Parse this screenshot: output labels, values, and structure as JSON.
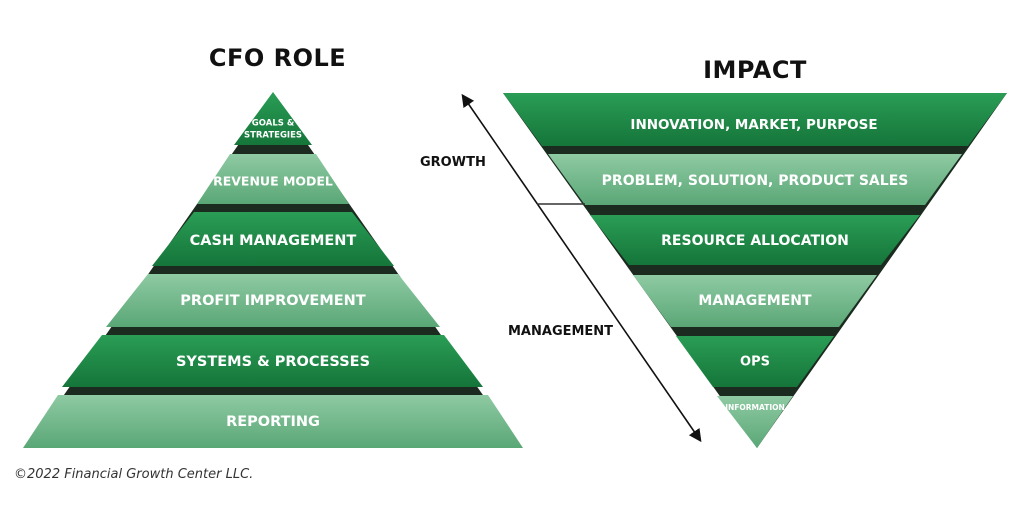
{
  "titles": {
    "cfo_role": "CFO ROLE",
    "impact": "IMPACT"
  },
  "axis_labels": {
    "growth": "GROWTH",
    "management": "MANAGEMENT"
  },
  "pyramid_levels": [
    "GOALS & STRATEGIES",
    "REVENUE MODEL",
    "CASH MANAGEMENT",
    "PROFIT IMPROVEMENT",
    "SYSTEMS & PROCESSES",
    "REPORTING"
  ],
  "impact_levels": [
    "INNOVATION, MARKET, PURPOSE",
    "PROBLEM, SOLUTION, PRODUCT SALES",
    "RESOURCE ALLOCATION",
    "MANAGEMENT",
    "OPS",
    "INFORMATION"
  ],
  "colors": {
    "dark_green": "#1f8a45",
    "light_green": "#6fb98a",
    "gap_dark": "#1b2b1f"
  },
  "copyright": "©2022 Financial Growth Center LLC."
}
